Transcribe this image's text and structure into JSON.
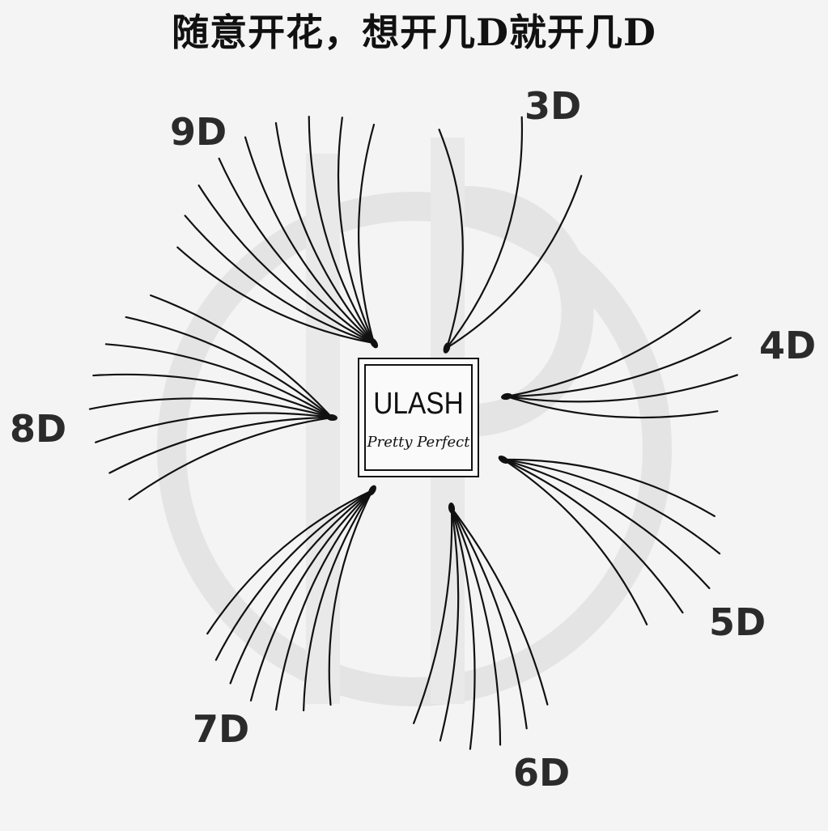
{
  "headline": "随意开花，想开几D就开几D",
  "logo": {
    "name": "ULASH",
    "tagline": "Pretty Perfect"
  },
  "fans": [
    {
      "label": "3D",
      "count": 3
    },
    {
      "label": "4D",
      "count": 4
    },
    {
      "label": "5D",
      "count": 5
    },
    {
      "label": "6D",
      "count": 6
    },
    {
      "label": "7D",
      "count": 7
    },
    {
      "label": "8D",
      "count": 8
    },
    {
      "label": "9D",
      "count": 9
    }
  ],
  "colors": {
    "background": "#f4f4f4",
    "lash": "#111111",
    "watermark": "#e6e6e6",
    "label": "#2b2b2b"
  }
}
